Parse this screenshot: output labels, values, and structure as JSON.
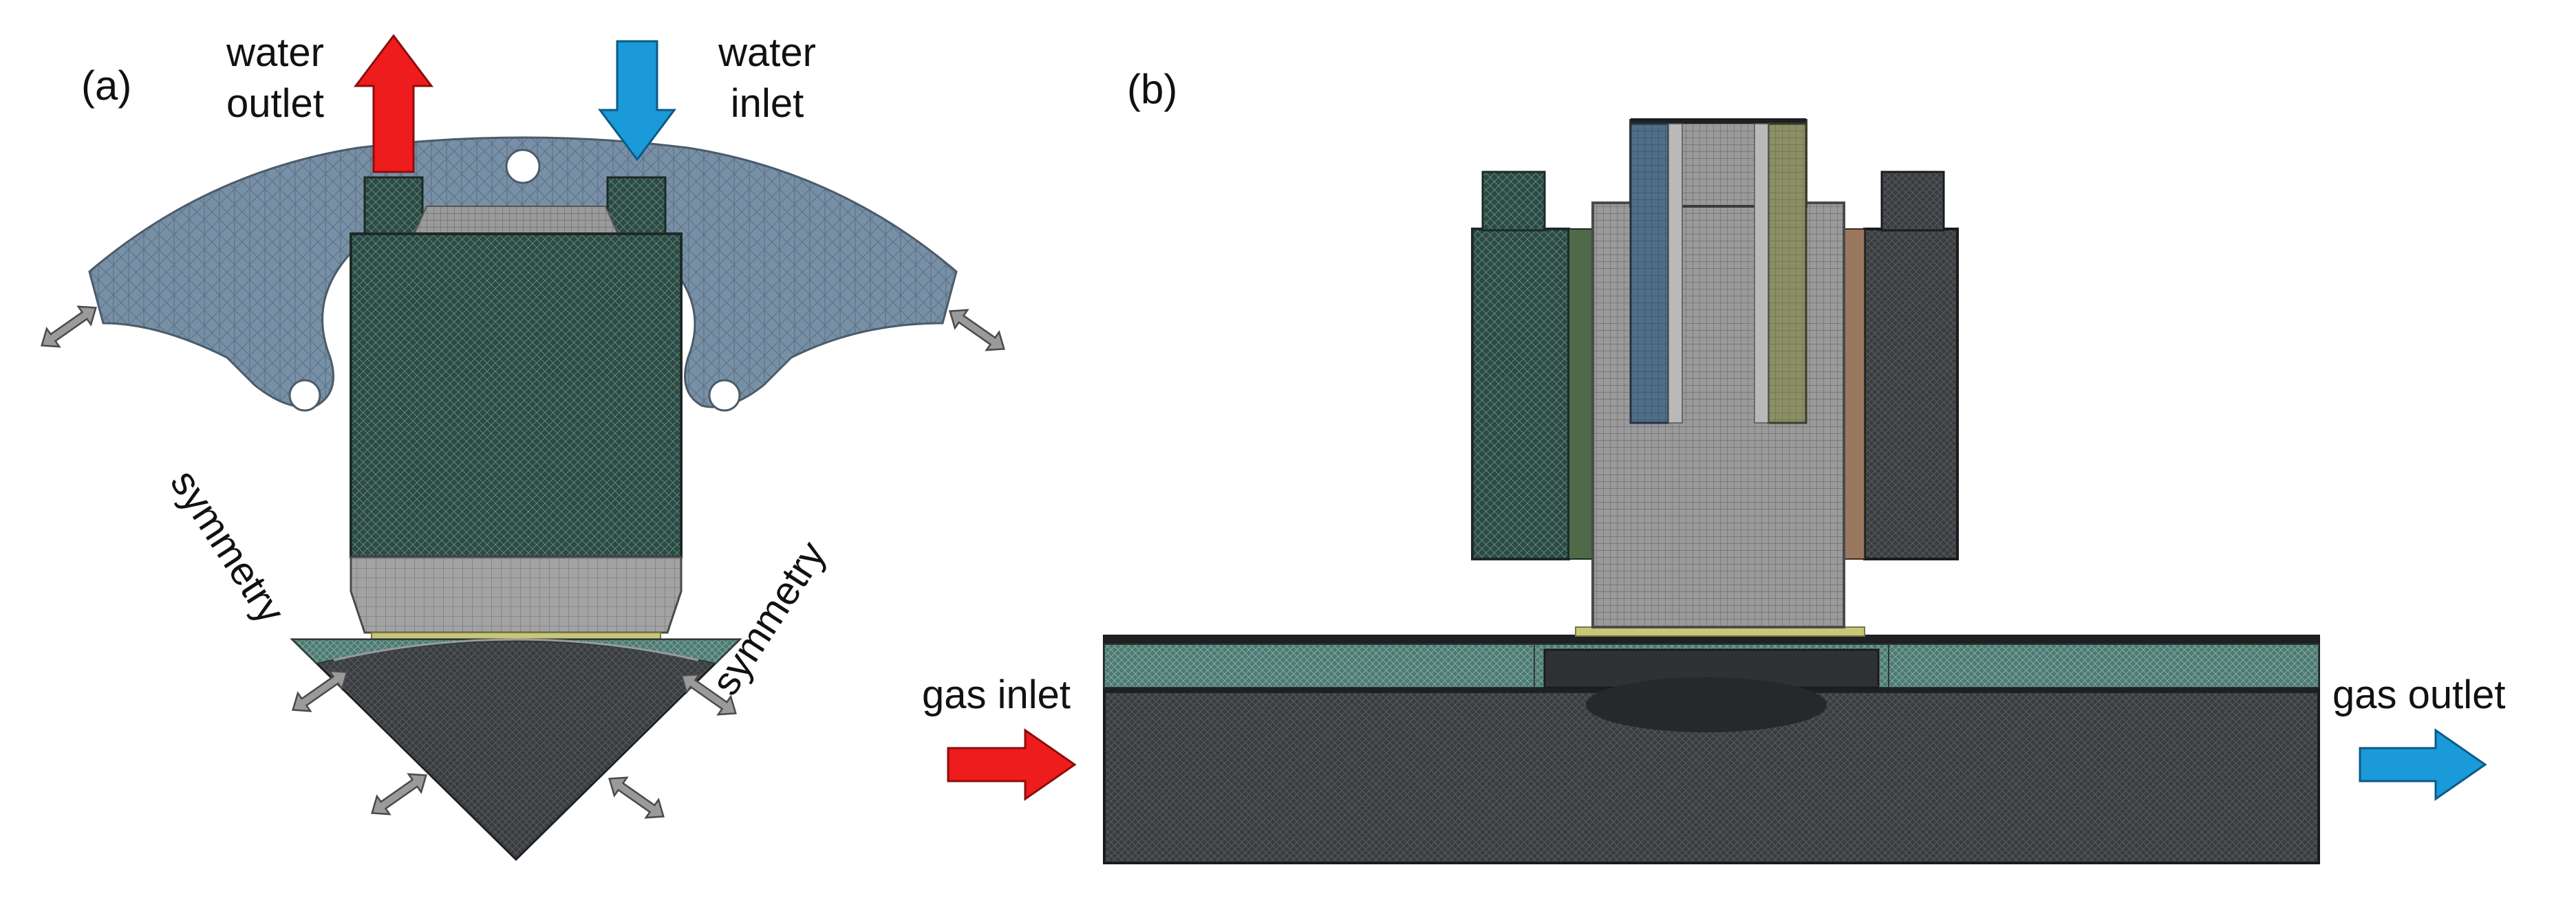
{
  "panels": {
    "a": {
      "label": "(a)",
      "water_outlet_label": [
        "water",
        "outlet"
      ],
      "water_inlet_label": [
        "water",
        "inlet"
      ],
      "symmetry_left": "symmetry",
      "symmetry_right": "symmetry"
    },
    "b": {
      "label": "(b)",
      "gas_inlet_label": "gas inlet",
      "gas_outlet_label": "gas outlet"
    }
  },
  "colors": {
    "outlet_arrow": "#ee1c1c",
    "inlet_arrow": "#1a9ad8",
    "cooling_plate_mesh": "#7890a6",
    "copper_block_mesh": "#2c4a44",
    "fine_mesh_dark": "#3a3d40",
    "grey_mesh": "#8c8c8c",
    "solder_layer": "#c8c67a",
    "channel_mesh": "#4d7a72",
    "double_arrow": "#9a9a9a"
  }
}
